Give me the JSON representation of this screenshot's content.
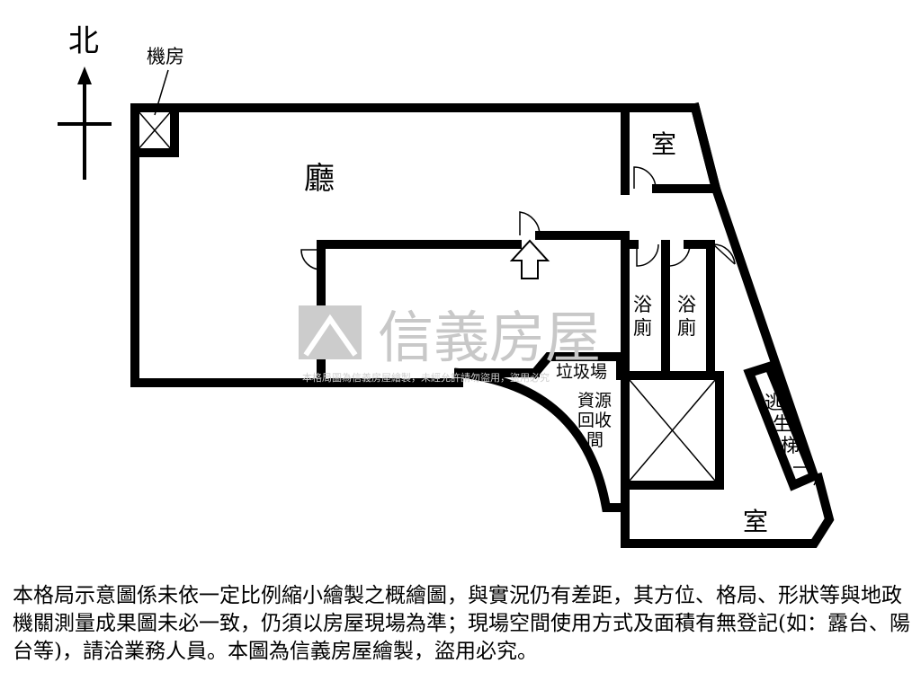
{
  "compass": {
    "north_label": "北"
  },
  "rooms": {
    "machine_room": "機房",
    "hall": "廳",
    "room_top": "室",
    "bathroom_1": "浴廁",
    "bathroom_2": "浴廁",
    "garbage": "垃圾場",
    "recycle": "資源回收間",
    "stairs": "逃生梯",
    "room_bottom": "室"
  },
  "watermark": {
    "brand": "信義房屋",
    "notice": "本格局圖為信義房屋繪製，未經允許請勿盜用，盜用必究"
  },
  "disclaimer": "本格局示意圖係未依一定比例縮小繪製之概繪圖，與實況仍有差距，其方位、格局、形狀等與地政機關測量成果圖未必一致，仍須以房屋現場為準；現場空間使用方式及面積有無登記(如：露台、陽台等)，請洽業務人員。本圖為信義房屋繪製，盜用必究。",
  "colors": {
    "ink": "#000000",
    "watermark": "#c8c8c8",
    "background": "#ffffff"
  }
}
